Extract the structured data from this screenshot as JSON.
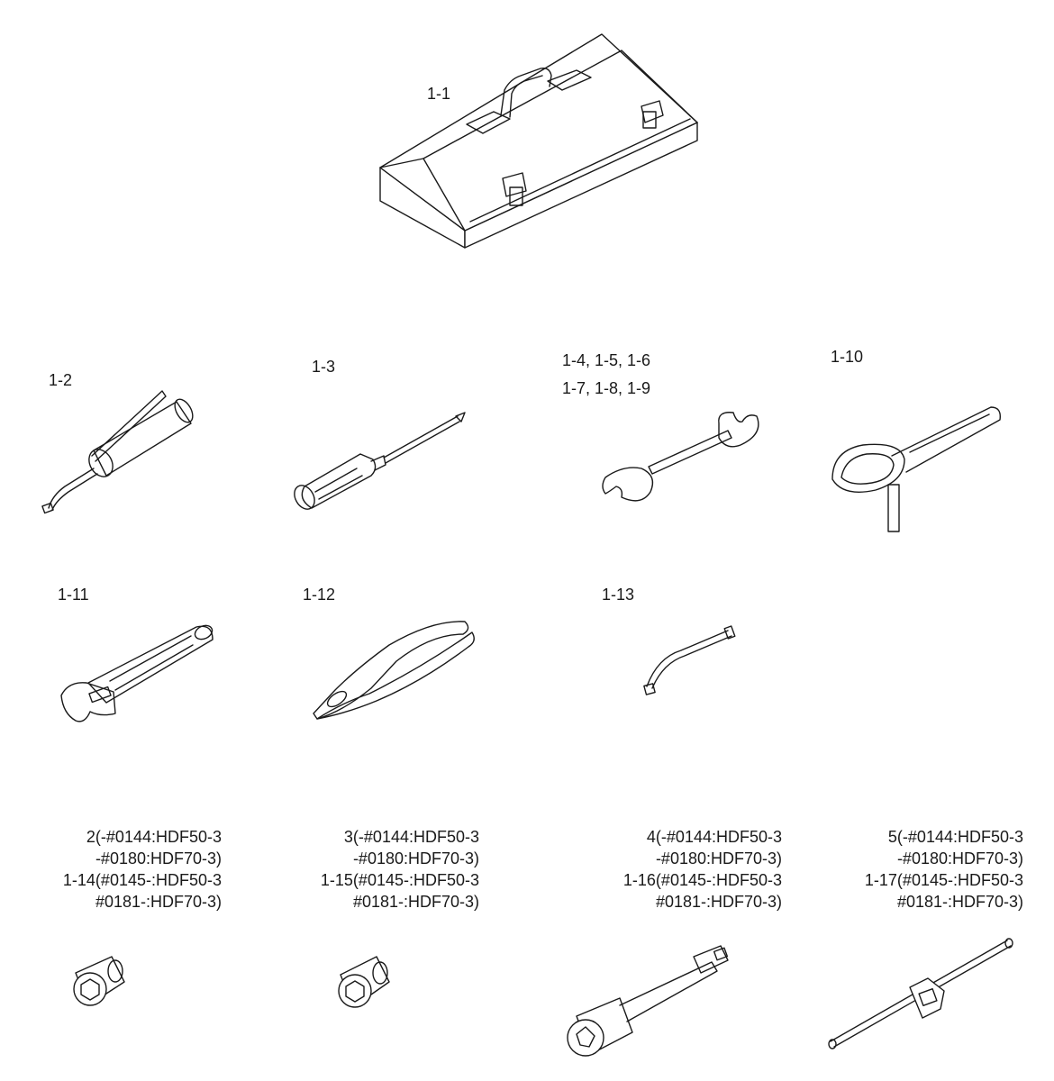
{
  "labels": {
    "toolbox": "1-1",
    "grease_gun": "1-2",
    "screwdriver": "1-3",
    "spanner_line1": "1-4, 1-5, 1-6",
    "spanner_line2": "1-7, 1-8, 1-9",
    "filter_wrench": "1-10",
    "adjustable_wrench": "1-11",
    "pliers": "1-12",
    "nozzle": "1-13"
  },
  "socket_labels": [
    {
      "line1": "2(-#0144:HDF50-3",
      "line2": "-#0180:HDF70-3)",
      "line3": "1-14(#0145-:HDF50-3",
      "line4": "#0181-:HDF70-3)"
    },
    {
      "line1": "3(-#0144:HDF50-3",
      "line2": "-#0180:HDF70-3)",
      "line3": "1-15(#0145-:HDF50-3",
      "line4": "#0181-:HDF70-3)"
    },
    {
      "line1": "4(-#0144:HDF50-3",
      "line2": "-#0180:HDF70-3)",
      "line3": "1-16(#0145-:HDF50-3",
      "line4": "#0181-:HDF70-3)"
    },
    {
      "line1": "5(-#0144:HDF50-3",
      "line2": "-#0180:HDF70-3)",
      "line3": "1-17(#0145-:HDF50-3",
      "line4": "#0181-:HDF70-3)"
    }
  ]
}
